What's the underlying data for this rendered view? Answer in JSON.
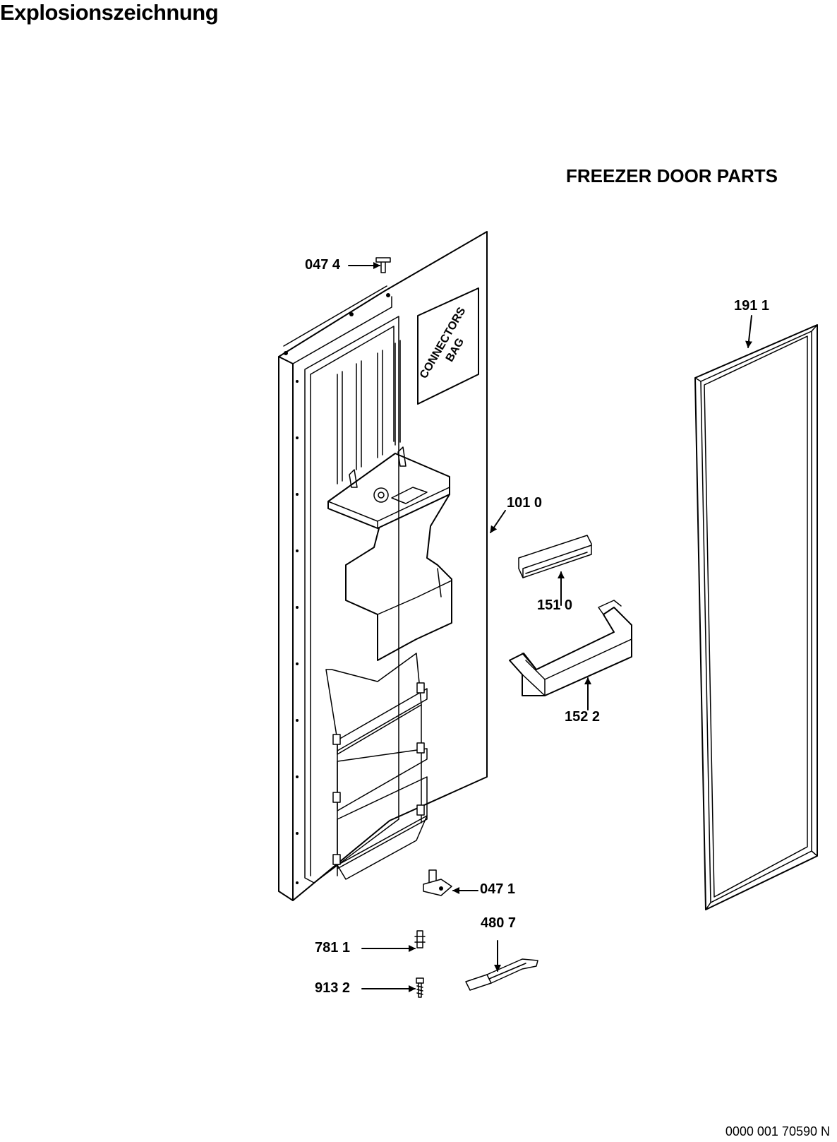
{
  "header": {
    "title": "Explosionszeichnung"
  },
  "diagram": {
    "section_title": "FREEZER DOOR PARTS",
    "connectors_bag_line1": "CONNECTORS",
    "connectors_bag_line2": "BAG",
    "callouts": [
      {
        "id": "0474",
        "label": "047 4",
        "part": "top-hinge-pin"
      },
      {
        "id": "1911",
        "label": "191 1",
        "part": "door-gasket"
      },
      {
        "id": "1010",
        "label": "101 0",
        "part": "door-assembly"
      },
      {
        "id": "1510",
        "label": "151 0",
        "part": "trim-strip"
      },
      {
        "id": "1522",
        "label": "152 2",
        "part": "door-bin"
      },
      {
        "id": "0471",
        "label": "047 1",
        "part": "bottom-hinge-bushing"
      },
      {
        "id": "4807",
        "label": "480 7",
        "part": "wire-harness"
      },
      {
        "id": "7811",
        "label": "781 1",
        "part": "spacer"
      },
      {
        "id": "9132",
        "label": "913 2",
        "part": "screw"
      }
    ]
  },
  "footer": {
    "doc_number": "0000 001 70590 N"
  }
}
